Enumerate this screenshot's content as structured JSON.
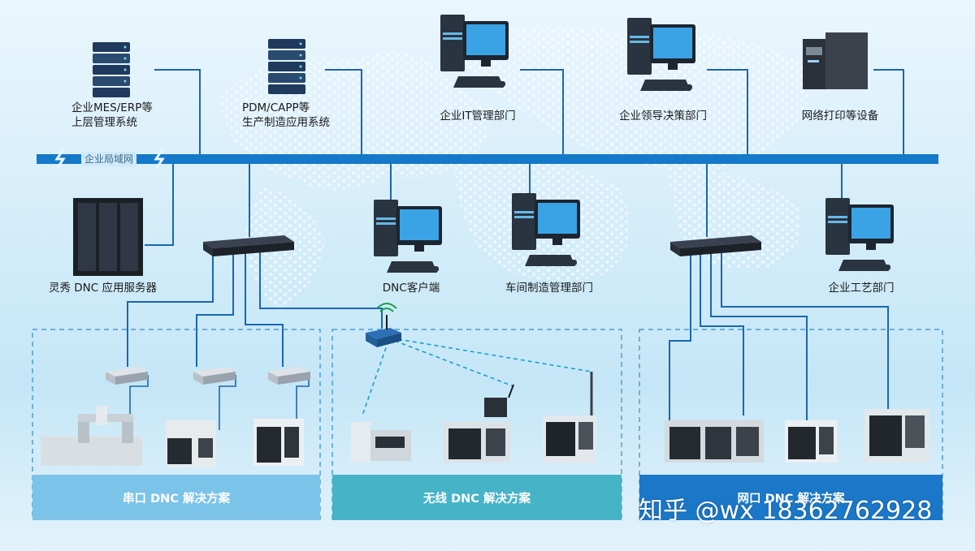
{
  "colors": {
    "lan_bus": "#1579c9",
    "serial_banner": "#7cc3ea",
    "wireless_banner": "#47b3c7",
    "ethernet_banner": "#1b77c8",
    "link": "#1a67b1"
  },
  "top_nodes": [
    {
      "id": "mes",
      "icon": "rack-server-icon",
      "label_lines": [
        "企业MES/ERP等",
        "上层管理系统"
      ]
    },
    {
      "id": "pdm",
      "icon": "rack-server-icon",
      "label_lines": [
        "PDM/CAPP等",
        "生产制造应用系统"
      ]
    },
    {
      "id": "it",
      "icon": "workstation-icon",
      "label": "企业IT管理部门"
    },
    {
      "id": "leader",
      "icon": "workstation-icon",
      "label": "企业领导决策部门"
    },
    {
      "id": "printer",
      "icon": "printer-icon",
      "label": "网络打印等设备"
    }
  ],
  "lan_label": "企业局域网",
  "middle_nodes": [
    {
      "id": "dnc-server",
      "icon": "server-cabinet-icon",
      "label": "灵秀 DNC 应用服务器"
    },
    {
      "id": "dnc-client",
      "icon": "workstation-icon",
      "label": "DNC客户端"
    },
    {
      "id": "workshop",
      "icon": "workstation-icon",
      "label": "车间制造管理部门"
    },
    {
      "id": "process",
      "icon": "workstation-icon",
      "label": "企业工艺部门"
    }
  ],
  "switches": [
    "network-switch-icon",
    "network-switch-icon"
  ],
  "router_icon": "wireless-router-icon",
  "solutions": [
    {
      "id": "serial",
      "title": "串口 DNC 解决方案",
      "devices": [
        "serial-box-icon",
        "serial-box-icon",
        "serial-box-icon"
      ],
      "machines": [
        "gantry-mill-icon",
        "cnc-lathe-icon",
        "machining-center-icon"
      ]
    },
    {
      "id": "wireless",
      "title": "无线 DNC 解决方案",
      "devices": [
        "wireless-module-icon",
        "antenna-icon"
      ],
      "machines": [
        "edm-machine-icon",
        "machining-center-icon",
        "cnc-lathe-icon"
      ]
    },
    {
      "id": "ethernet",
      "title": "网口 DNC 解决方案",
      "machines": [
        "machining-center-icon",
        "machining-center-icon",
        "turning-center-icon"
      ]
    }
  ],
  "watermark": "知乎 @wx 18362762928"
}
